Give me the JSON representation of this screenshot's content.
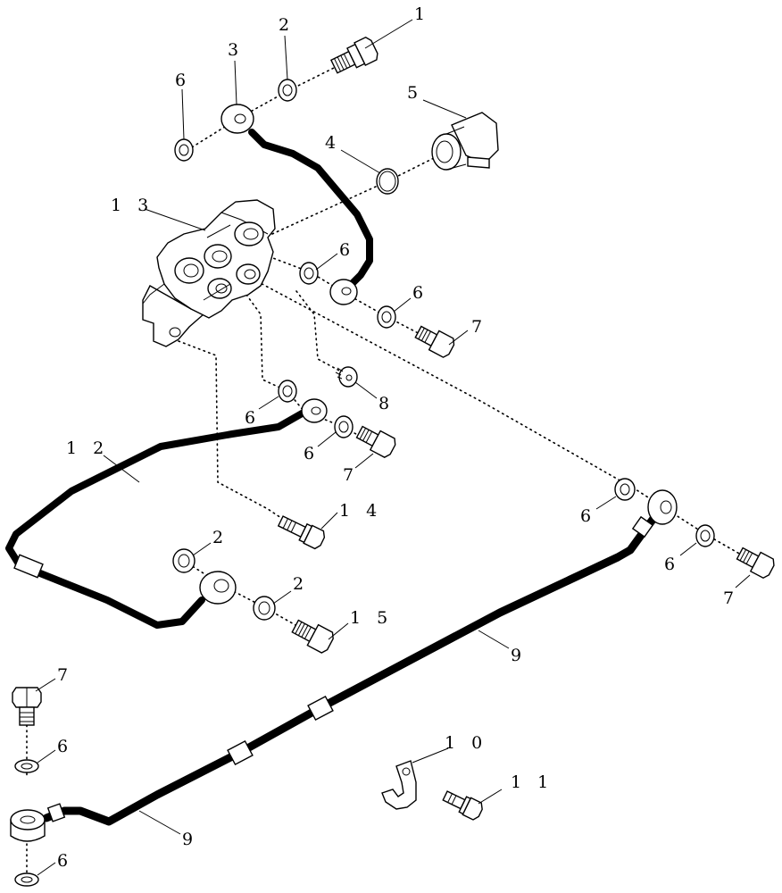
{
  "callouts": {
    "c1": "1",
    "c2a": "2",
    "c2b": "2",
    "c2c": "2",
    "c3": "3",
    "c4": "4",
    "c5": "5",
    "c6a": "6",
    "c6b": "6",
    "c6c": "6",
    "c6d": "6",
    "c6e": "6",
    "c6f": "6",
    "c6g": "6",
    "c6h": "6",
    "c6i": "6",
    "c7a": "7",
    "c7b": "7",
    "c7c": "7",
    "c7d": "7",
    "c8": "8",
    "c9a": "9",
    "c9b": "9",
    "c10": "1 0",
    "c11": "1 1",
    "c12": "1 2",
    "c13": "1 3",
    "c14": "1 4",
    "c15": "1 5"
  }
}
